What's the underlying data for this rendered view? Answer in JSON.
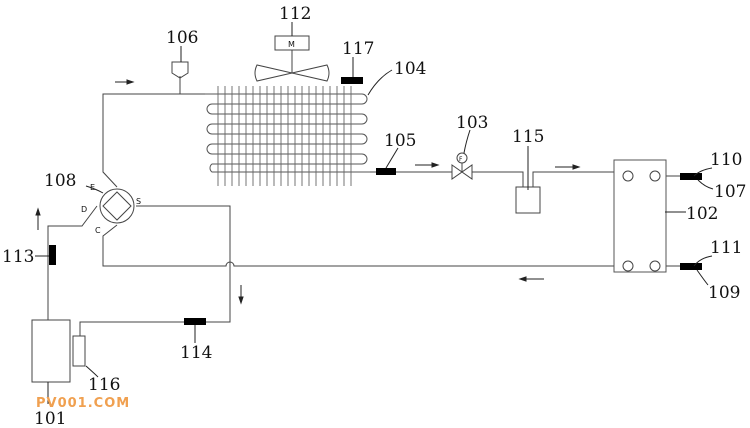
{
  "labels": {
    "compressor": "101",
    "plate_heat_exchanger": "102",
    "expansion_valve": "103",
    "condenser": "104",
    "sensor_105": "105",
    "sensor_106": "106",
    "sensor_107": "107",
    "four_way_valve": "108",
    "sensor_109": "109",
    "port_110": "110",
    "port_111": "111",
    "fan": "112",
    "sensor_113": "113",
    "sensor_114": "114",
    "liquid_receiver": "115",
    "accumulator": "116",
    "sensor_117": "117"
  },
  "valve_ports": {
    "e": "E",
    "d": "D",
    "s": "S",
    "c": "C"
  },
  "motor_letter": "M",
  "valve_symbol": "F",
  "watermark": "PV001.COM",
  "colors": {
    "line": "#444444",
    "sensor": "#000000",
    "watermark": "#f0a050"
  }
}
